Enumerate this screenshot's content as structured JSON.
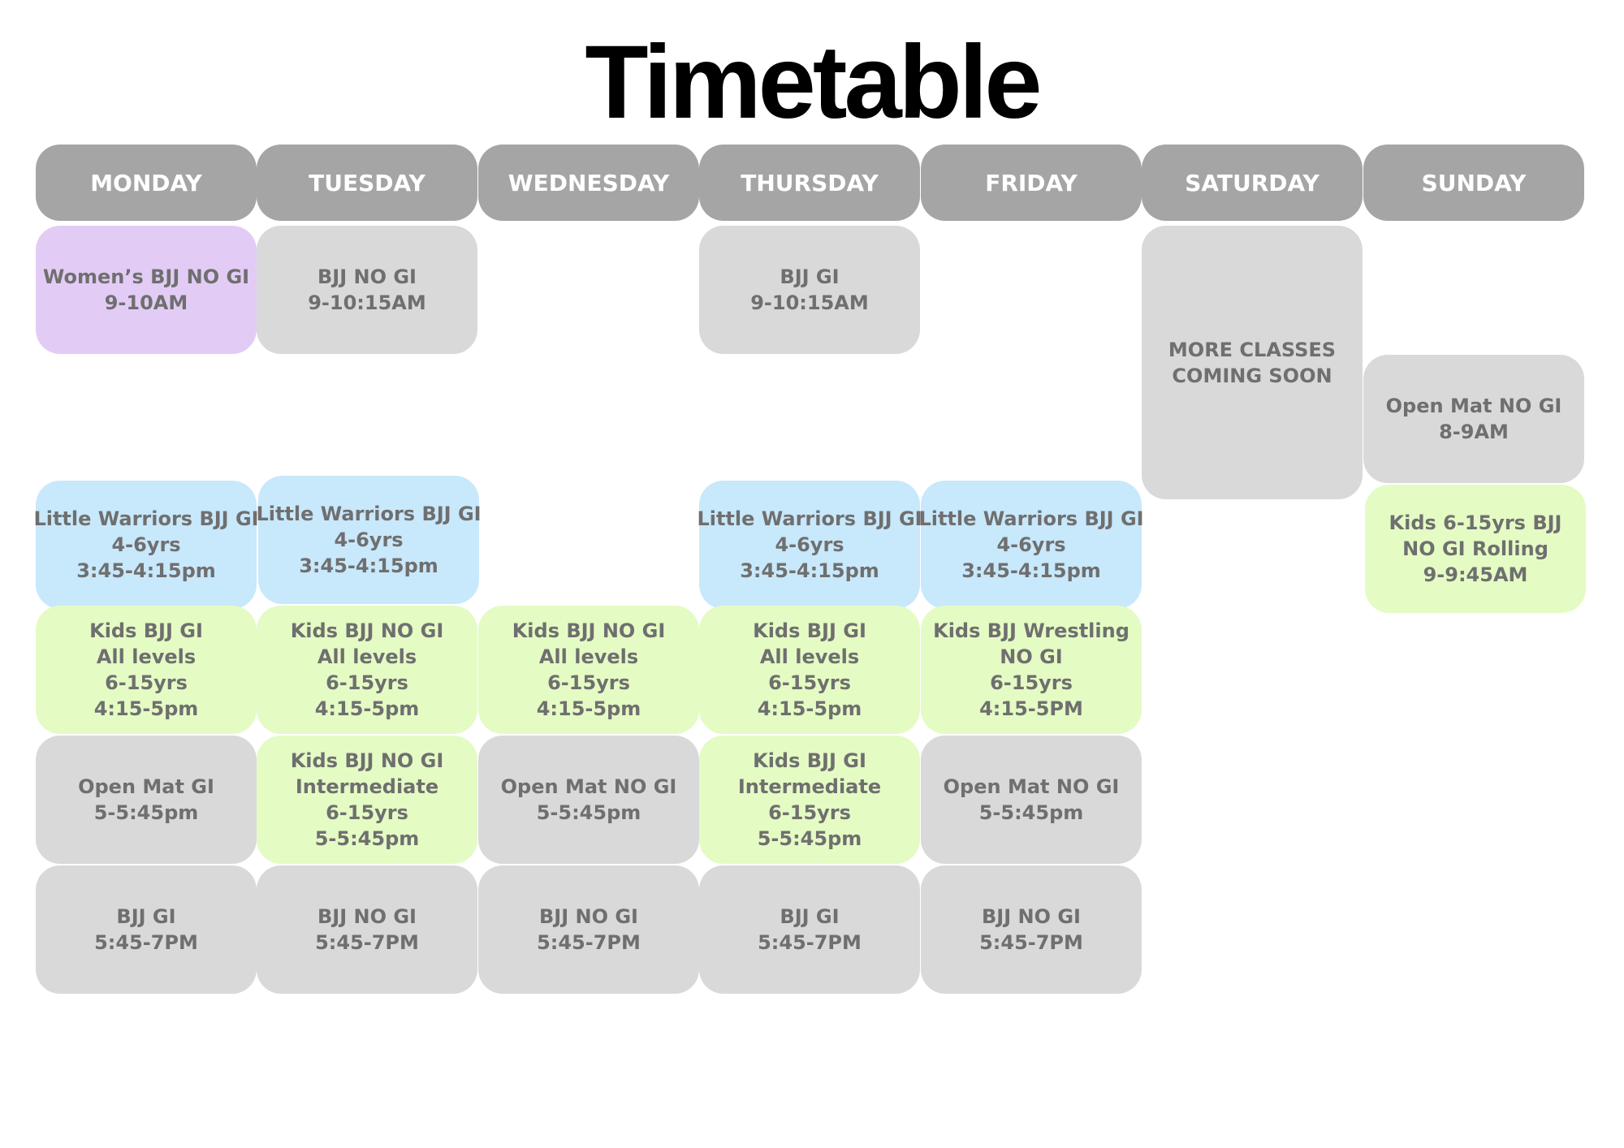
{
  "title": "Timetable",
  "colors": {
    "header_bg": "#a5a5a5",
    "header_text": "#ffffff",
    "gray": "#d9d9d9",
    "purple": "#e2ccf5",
    "blue": "#c8e8fb",
    "green": "#e4fbc4",
    "card_text": "#6f6f6f"
  },
  "days": [
    "MONDAY",
    "TUESDAY",
    "WEDNESDAY",
    "THURSDAY",
    "FRIDAY",
    "SATURDAY",
    "SUNDAY"
  ],
  "cards": {
    "mon_1": {
      "color": "purple",
      "lines": [
        "Women’s BJJ NO GI",
        "9-10AM"
      ]
    },
    "tue_1": {
      "color": "gray",
      "lines": [
        "BJJ NO GI",
        "9-10:15AM"
      ]
    },
    "thu_1": {
      "color": "gray",
      "lines": [
        "BJJ GI",
        "9-10:15AM"
      ]
    },
    "sat_1": {
      "color": "gray",
      "lines": [
        "MORE CLASSES",
        "COMING SOON"
      ]
    },
    "sun_1": {
      "color": "gray",
      "lines": [
        "Open Mat NO GI",
        "8-9AM"
      ]
    },
    "sun_2": {
      "color": "green",
      "lines": [
        "Kids 6-15yrs BJJ",
        "NO GI Rolling",
        "9-9:45AM"
      ]
    },
    "mon_2": {
      "color": "blue",
      "lines": [
        "Little Warriors BJJ GI",
        "4-6yrs",
        "3:45-4:15pm"
      ]
    },
    "tue_2": {
      "color": "blue",
      "lines": [
        "Little Warriors BJJ GI",
        "4-6yrs",
        "3:45-4:15pm"
      ]
    },
    "thu_2": {
      "color": "blue",
      "lines": [
        "Little Warriors BJJ GI",
        "4-6yrs",
        "3:45-4:15pm"
      ]
    },
    "fri_2": {
      "color": "blue",
      "lines": [
        "Little Warriors BJJ GI",
        "4-6yrs",
        "3:45-4:15pm"
      ]
    },
    "mon_3": {
      "color": "green",
      "lines": [
        "Kids BJJ GI",
        "All levels",
        "6-15yrs",
        "4:15-5pm"
      ]
    },
    "tue_3": {
      "color": "green",
      "lines": [
        "Kids BJJ NO GI",
        "All levels",
        "6-15yrs",
        "4:15-5pm"
      ]
    },
    "wed_3": {
      "color": "green",
      "lines": [
        "Kids BJJ NO GI",
        "All levels",
        "6-15yrs",
        "4:15-5pm"
      ]
    },
    "thu_3": {
      "color": "green",
      "lines": [
        "Kids BJJ GI",
        "All levels",
        "6-15yrs",
        "4:15-5pm"
      ]
    },
    "fri_3": {
      "color": "green",
      "lines": [
        "Kids BJJ Wrestling",
        "NO GI",
        "6-15yrs",
        "4:15-5PM"
      ]
    },
    "mon_4": {
      "color": "gray",
      "lines": [
        "Open Mat GI",
        "5-5:45pm"
      ]
    },
    "tue_4": {
      "color": "green",
      "lines": [
        "Kids BJJ NO GI",
        "Intermediate",
        "6-15yrs",
        "5-5:45pm"
      ]
    },
    "wed_4": {
      "color": "gray",
      "lines": [
        "Open Mat NO GI",
        "5-5:45pm"
      ]
    },
    "thu_4": {
      "color": "green",
      "lines": [
        "Kids BJJ GI",
        "Intermediate",
        "6-15yrs",
        "5-5:45pm"
      ]
    },
    "fri_4": {
      "color": "gray",
      "lines": [
        "Open Mat NO GI",
        "5-5:45pm"
      ]
    },
    "mon_5": {
      "color": "gray",
      "lines": [
        "BJJ GI",
        "5:45-7PM"
      ]
    },
    "tue_5": {
      "color": "gray",
      "lines": [
        "BJJ NO GI",
        "5:45-7PM"
      ]
    },
    "wed_5": {
      "color": "gray",
      "lines": [
        "BJJ NO GI",
        "5:45-7PM"
      ]
    },
    "thu_5": {
      "color": "gray",
      "lines": [
        "BJJ GI",
        "5:45-7PM"
      ]
    },
    "fri_5": {
      "color": "gray",
      "lines": [
        "BJJ NO GI",
        "5:45-7PM"
      ]
    }
  }
}
